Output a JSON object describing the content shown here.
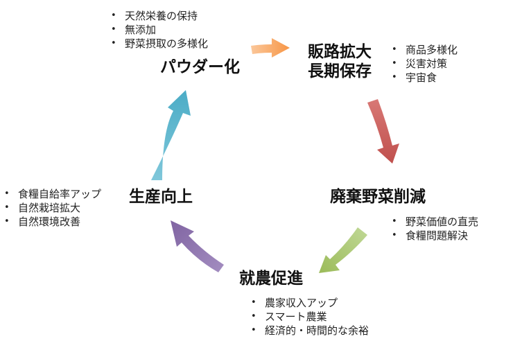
{
  "nodes": {
    "powder": "パウダー化",
    "sales_line1": "販路拡大",
    "sales_line2": "長期保存",
    "waste": "廃棄野菜削減",
    "farming": "就農促進",
    "production": "生産向上"
  },
  "bullets": {
    "powder": [
      "天然栄養の保持",
      "無添加",
      "野菜摂取の多様化"
    ],
    "sales": [
      "商品多様化",
      "災害対策",
      "宇宙食"
    ],
    "waste": [
      "野菜価値の直売",
      "食糧問題解決"
    ],
    "farming": [
      "農家収入アップ",
      "スマート農業",
      "経済的・時間的な余裕"
    ],
    "production": [
      "食糧自給率アップ",
      "自然栽培拡大",
      "自然環境改善"
    ]
  },
  "colors": {
    "arrow_orange": "#f79646",
    "arrow_red": "#c0504d",
    "arrow_green": "#9bbb59",
    "arrow_purple": "#8064a2",
    "arrow_teal": "#4bacc6"
  }
}
